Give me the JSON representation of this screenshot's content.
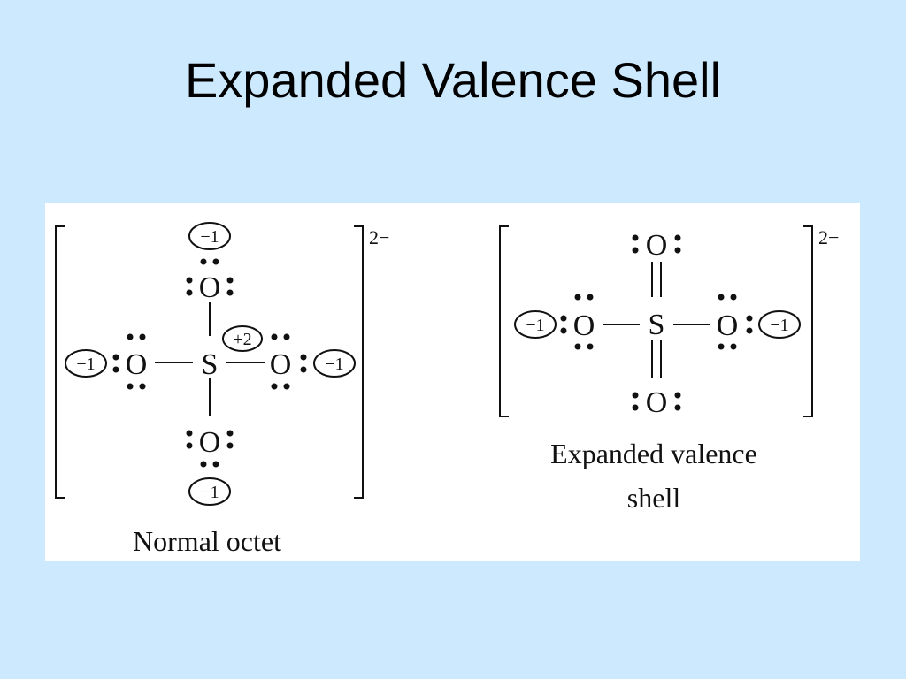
{
  "slide": {
    "title": "Expanded Valence Shell"
  },
  "structures": [
    {
      "id": "normal",
      "caption": "Normal octet",
      "ion_charge": "2−",
      "central_atom": "S",
      "central_formal_charge": "+2",
      "oxygens": [
        {
          "position": "top",
          "symbol": "O",
          "formal_charge": "−1",
          "bond": "single"
        },
        {
          "position": "left",
          "symbol": "O",
          "formal_charge": "−1",
          "bond": "single"
        },
        {
          "position": "right",
          "symbol": "O",
          "formal_charge": "−1",
          "bond": "single"
        },
        {
          "position": "bottom",
          "symbol": "O",
          "formal_charge": "−1",
          "bond": "single"
        }
      ]
    },
    {
      "id": "expanded",
      "caption_line1": "Expanded valence",
      "caption_line2": "shell",
      "ion_charge": "2−",
      "central_atom": "S",
      "oxygens": [
        {
          "position": "top",
          "symbol": "O",
          "bond": "double"
        },
        {
          "position": "left",
          "symbol": "O",
          "formal_charge": "−1",
          "bond": "single"
        },
        {
          "position": "right",
          "symbol": "O",
          "formal_charge": "−1",
          "bond": "single"
        },
        {
          "position": "bottom",
          "symbol": "O",
          "bond": "double"
        }
      ]
    }
  ]
}
